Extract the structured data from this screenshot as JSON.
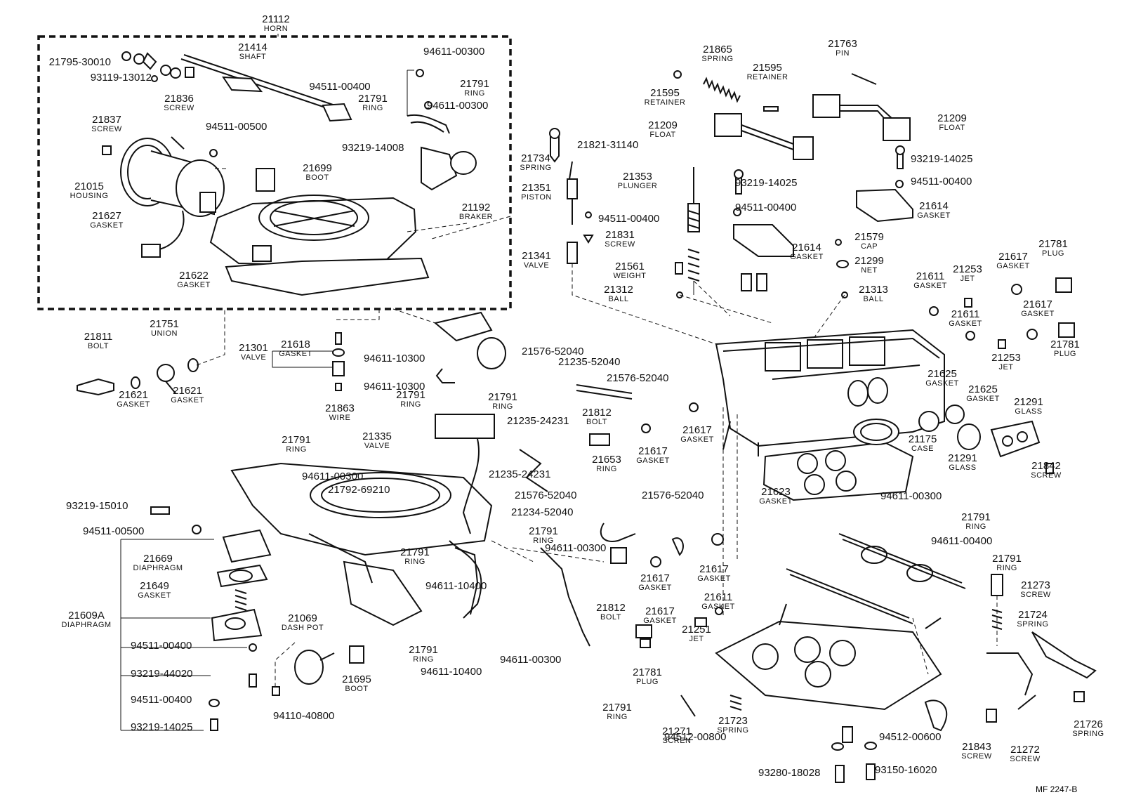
{
  "callouts": [
    {
      "id": "c1",
      "number": "21112",
      "name": "HORN"
    },
    {
      "id": "c2",
      "number": "21414",
      "name": "SHAFT"
    },
    {
      "id": "c3",
      "number": "21795-30010",
      "name": ""
    },
    {
      "id": "c4",
      "number": "93119-13012",
      "name": ""
    },
    {
      "id": "c5",
      "number": "94611-00300",
      "name": ""
    },
    {
      "id": "c6",
      "number": "94511-00400",
      "name": ""
    },
    {
      "id": "c7",
      "number": "21791",
      "name": "RING"
    },
    {
      "id": "c8",
      "number": "21791",
      "name": "RING"
    },
    {
      "id": "c9",
      "number": "94611-00300",
      "name": ""
    },
    {
      "id": "c10",
      "number": "21836",
      "name": "SCREW"
    },
    {
      "id": "c11",
      "number": "21837",
      "name": "SCREW"
    },
    {
      "id": "c12",
      "number": "94511-00500",
      "name": ""
    },
    {
      "id": "c13",
      "number": "93219-14008",
      "name": ""
    },
    {
      "id": "c14",
      "number": "21699",
      "name": "BOOT"
    },
    {
      "id": "c15",
      "number": "21015",
      "name": "HOUSING"
    },
    {
      "id": "c16",
      "number": "21627",
      "name": "GASKET"
    },
    {
      "id": "c17",
      "number": "21192",
      "name": "BRAKER"
    },
    {
      "id": "c18",
      "number": "21622",
      "name": "GASKET"
    },
    {
      "id": "c19",
      "number": "21865",
      "name": "SPRING"
    },
    {
      "id": "c20",
      "number": "21595",
      "name": "RETAINER"
    },
    {
      "id": "c21",
      "number": "21595",
      "name": "RETAINER"
    },
    {
      "id": "c22",
      "number": "21763",
      "name": "PIN"
    },
    {
      "id": "c23",
      "number": "21209",
      "name": "FLOAT"
    },
    {
      "id": "c24",
      "number": "21209",
      "name": "FLOAT"
    },
    {
      "id": "c25",
      "number": "21821-31140",
      "name": ""
    },
    {
      "id": "c26",
      "number": "21734",
      "name": "SPRING"
    },
    {
      "id": "c27",
      "number": "21351",
      "name": "PISTON"
    },
    {
      "id": "c28",
      "number": "21353",
      "name": "PLUNGER"
    },
    {
      "id": "c29",
      "number": "93219-14025",
      "name": ""
    },
    {
      "id": "c30",
      "number": "93219-14025",
      "name": ""
    },
    {
      "id": "c31",
      "number": "94511-00400",
      "name": ""
    },
    {
      "id": "c32",
      "number": "94511-00400",
      "name": ""
    },
    {
      "id": "c33",
      "number": "94511-00400",
      "name": ""
    },
    {
      "id": "c34",
      "number": "21614",
      "name": "GASKET"
    },
    {
      "id": "c35",
      "number": "21614",
      "name": "GASKET"
    },
    {
      "id": "c36",
      "number": "21831",
      "name": "SCREW"
    },
    {
      "id": "c37",
      "number": "21579",
      "name": "CAP"
    },
    {
      "id": "c38",
      "number": "21299",
      "name": "NET"
    },
    {
      "id": "c39",
      "number": "21341",
      "name": "VALVE"
    },
    {
      "id": "c40",
      "number": "21561",
      "name": "WEIGHT"
    },
    {
      "id": "c41",
      "number": "21312",
      "name": "BALL"
    },
    {
      "id": "c42",
      "number": "21313",
      "name": "BALL"
    },
    {
      "id": "c43",
      "number": "21611",
      "name": "GASKET"
    },
    {
      "id": "c44",
      "number": "21253",
      "name": "JET"
    },
    {
      "id": "c45",
      "number": "21617",
      "name": "GASKET"
    },
    {
      "id": "c46",
      "number": "21781",
      "name": "PLUG"
    },
    {
      "id": "c47",
      "number": "21617",
      "name": "GASKET"
    },
    {
      "id": "c48",
      "number": "21611",
      "name": "GASKET"
    },
    {
      "id": "c49",
      "number": "21253",
      "name": "JET"
    },
    {
      "id": "c50",
      "number": "21781",
      "name": "PLUG"
    },
    {
      "id": "c51",
      "number": "21751",
      "name": "UNION"
    },
    {
      "id": "c52",
      "number": "21811",
      "name": "BOLT"
    },
    {
      "id": "c53",
      "number": "21621",
      "name": "GASKET"
    },
    {
      "id": "c54",
      "number": "21621",
      "name": "GASKET"
    },
    {
      "id": "c55",
      "number": "21618",
      "name": "GASKET"
    },
    {
      "id": "c56",
      "number": "21301",
      "name": "VALVE"
    },
    {
      "id": "c57",
      "number": "21863",
      "name": "WIRE"
    },
    {
      "id": "c58",
      "number": "94611-10300",
      "name": ""
    },
    {
      "id": "c59",
      "number": "94611-10300",
      "name": ""
    },
    {
      "id": "c60",
      "number": "21791",
      "name": "RING"
    },
    {
      "id": "c61",
      "number": "21791",
      "name": "RING"
    },
    {
      "id": "c62",
      "number": "21576-52040",
      "name": ""
    },
    {
      "id": "c63",
      "number": "21235-52040",
      "name": ""
    },
    {
      "id": "c64",
      "number": "21576-52040",
      "name": ""
    },
    {
      "id": "c65",
      "number": "21625",
      "name": "GASKET"
    },
    {
      "id": "c66",
      "number": "21625",
      "name": "GASKET"
    },
    {
      "id": "c67",
      "number": "21291",
      "name": "GLASS"
    },
    {
      "id": "c68",
      "number": "21291",
      "name": "GLASS"
    },
    {
      "id": "c69",
      "number": "21175",
      "name": "CASE"
    },
    {
      "id": "c70",
      "number": "21842",
      "name": "SCREW"
    },
    {
      "id": "c71",
      "number": "21623",
      "name": "GASKET"
    },
    {
      "id": "c72",
      "number": "21335",
      "name": "VALVE"
    },
    {
      "id": "c73",
      "number": "21235-24231",
      "name": ""
    },
    {
      "id": "c74",
      "number": "21235-24231",
      "name": ""
    },
    {
      "id": "c75",
      "number": "21812",
      "name": "BOLT"
    },
    {
      "id": "c76",
      "number": "21617",
      "name": "GASKET"
    },
    {
      "id": "c77",
      "number": "21617",
      "name": "GASKET"
    },
    {
      "id": "c78",
      "number": "21653",
      "name": "RING"
    },
    {
      "id": "c79",
      "number": "21791",
      "name": "RING"
    },
    {
      "id": "c80",
      "number": "94611-00300",
      "name": ""
    },
    {
      "id": "c81",
      "number": "21792-69210",
      "name": ""
    },
    {
      "id": "c82",
      "number": "93219-15010",
      "name": ""
    },
    {
      "id": "c83",
      "number": "94511-00500",
      "name": ""
    },
    {
      "id": "c84",
      "number": "21576-52040",
      "name": ""
    },
    {
      "id": "c85",
      "number": "21576-52040",
      "name": ""
    },
    {
      "id": "c86",
      "number": "21234-52040",
      "name": ""
    },
    {
      "id": "c87",
      "number": "21791",
      "name": "RING"
    },
    {
      "id": "c88",
      "number": "21791",
      "name": "RING"
    },
    {
      "id": "c89",
      "number": "94611-00300",
      "name": ""
    },
    {
      "id": "c90",
      "number": "94611-10400",
      "name": ""
    },
    {
      "id": "c91",
      "number": "21669",
      "name": "DIAPHRAGM"
    },
    {
      "id": "c92",
      "number": "21649",
      "name": "GASKET"
    },
    {
      "id": "c93",
      "number": "21609A",
      "name": "DIAPHRAGM"
    },
    {
      "id": "c94",
      "number": "94511-00400",
      "name": ""
    },
    {
      "id": "c95",
      "number": "93219-44020",
      "name": ""
    },
    {
      "id": "c96",
      "number": "94511-00400",
      "name": ""
    },
    {
      "id": "c97",
      "number": "93219-14025",
      "name": ""
    },
    {
      "id": "c98",
      "number": "21069",
      "name": "DASH POT"
    },
    {
      "id": "c99",
      "number": "21695",
      "name": "BOOT"
    },
    {
      "id": "c100",
      "number": "94110-40800",
      "name": ""
    },
    {
      "id": "c101",
      "number": "21791",
      "name": "RING"
    },
    {
      "id": "c102",
      "number": "94611-10400",
      "name": ""
    },
    {
      "id": "c103",
      "number": "94611-00300",
      "name": ""
    },
    {
      "id": "c104",
      "number": "21812",
      "name": "BOLT"
    },
    {
      "id": "c105",
      "number": "21617",
      "name": "GASKET"
    },
    {
      "id": "c106",
      "number": "21617",
      "name": "GASKET"
    },
    {
      "id": "c107",
      "number": "21617",
      "name": "GASKET"
    },
    {
      "id": "c108",
      "number": "21611",
      "name": "GASKET"
    },
    {
      "id": "c109",
      "number": "21251",
      "name": "JET"
    },
    {
      "id": "c110",
      "number": "21781",
      "name": "PLUG"
    },
    {
      "id": "c111",
      "number": "21791",
      "name": "RING"
    },
    {
      "id": "c112",
      "number": "94611-00300",
      "name": ""
    },
    {
      "id": "c113",
      "number": "21791",
      "name": "RING"
    },
    {
      "id": "c114",
      "number": "94611-00400",
      "name": ""
    },
    {
      "id": "c115",
      "number": "21791",
      "name": "RING"
    },
    {
      "id": "c116",
      "number": "21273",
      "name": "SCREW"
    },
    {
      "id": "c117",
      "number": "21724",
      "name": "SPRING"
    },
    {
      "id": "c118",
      "number": "21271",
      "name": "SCREN"
    },
    {
      "id": "c119",
      "number": "21723",
      "name": "SPRING"
    },
    {
      "id": "c120",
      "number": "94512-00800",
      "name": ""
    },
    {
      "id": "c121",
      "number": "94512-00600",
      "name": ""
    },
    {
      "id": "c122",
      "number": "21843",
      "name": "SCREW"
    },
    {
      "id": "c123",
      "number": "21272",
      "name": "SCREW"
    },
    {
      "id": "c124",
      "number": "21726",
      "name": "SPRING"
    },
    {
      "id": "c125",
      "number": "93280-18028",
      "name": ""
    },
    {
      "id": "c126",
      "number": "93150-16020",
      "name": ""
    }
  ],
  "footer": {
    "code": "MF 2247-B"
  }
}
